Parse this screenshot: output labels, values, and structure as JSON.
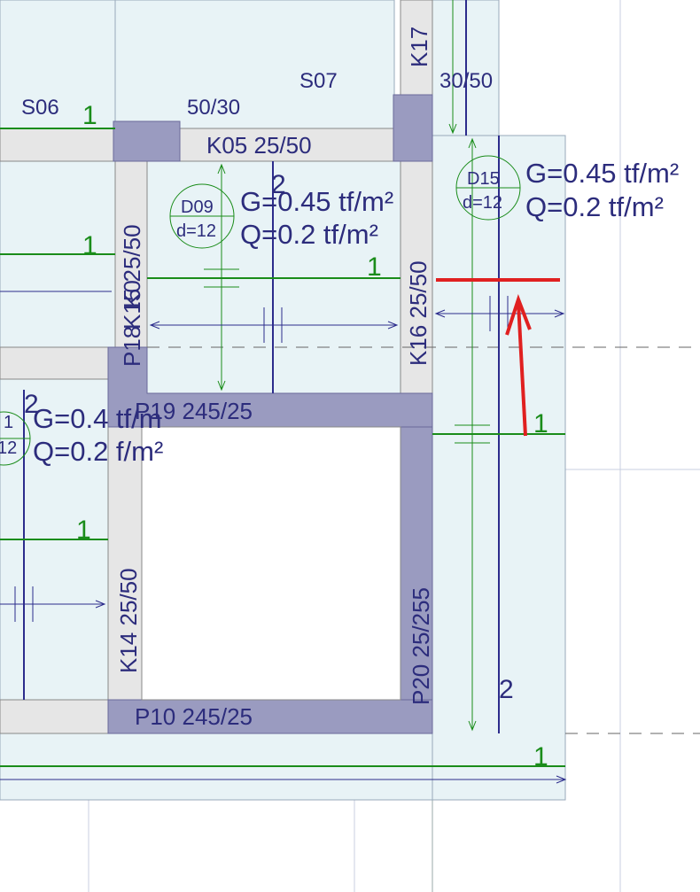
{
  "colors": {
    "slab": "#e8f3f6",
    "column": "#9a9bc0",
    "beam": "#e6e6e6",
    "blue_text": "#2c2c7c",
    "green": "#1a8c1a",
    "axis_blue": "#2c2c8c",
    "red": "#e02020",
    "grid": "#c8cfe0"
  },
  "labels": {
    "s06": "S06",
    "s07": "S07",
    "k17": "K17",
    "k17_size": "30/50",
    "k05_dim": "50/30",
    "k05": "K05  25/50",
    "k16": "K16  25/50",
    "p18": "P18",
    "k15": "K15  25/50",
    "k15_overlap": "K0",
    "p19": "P19  245/25",
    "p10": "P10  245/25",
    "k14": "K14  25/50",
    "p20": "P20  25/255",
    "one": "1",
    "two": "2"
  },
  "slabs": [
    {
      "id": "D09",
      "d": "d=12",
      "g": "G=0.45 tf/m²",
      "q": "Q=0.2 tf/m²"
    },
    {
      "id": "D15",
      "d": "d=12",
      "g": "G=0.45 tf/m²",
      "q": "Q=0.2 tf/m²"
    },
    {
      "id": "1",
      "d": "12",
      "g": "G=0.4  tf/m",
      "q": "Q=0.2  f/m²"
    }
  ]
}
